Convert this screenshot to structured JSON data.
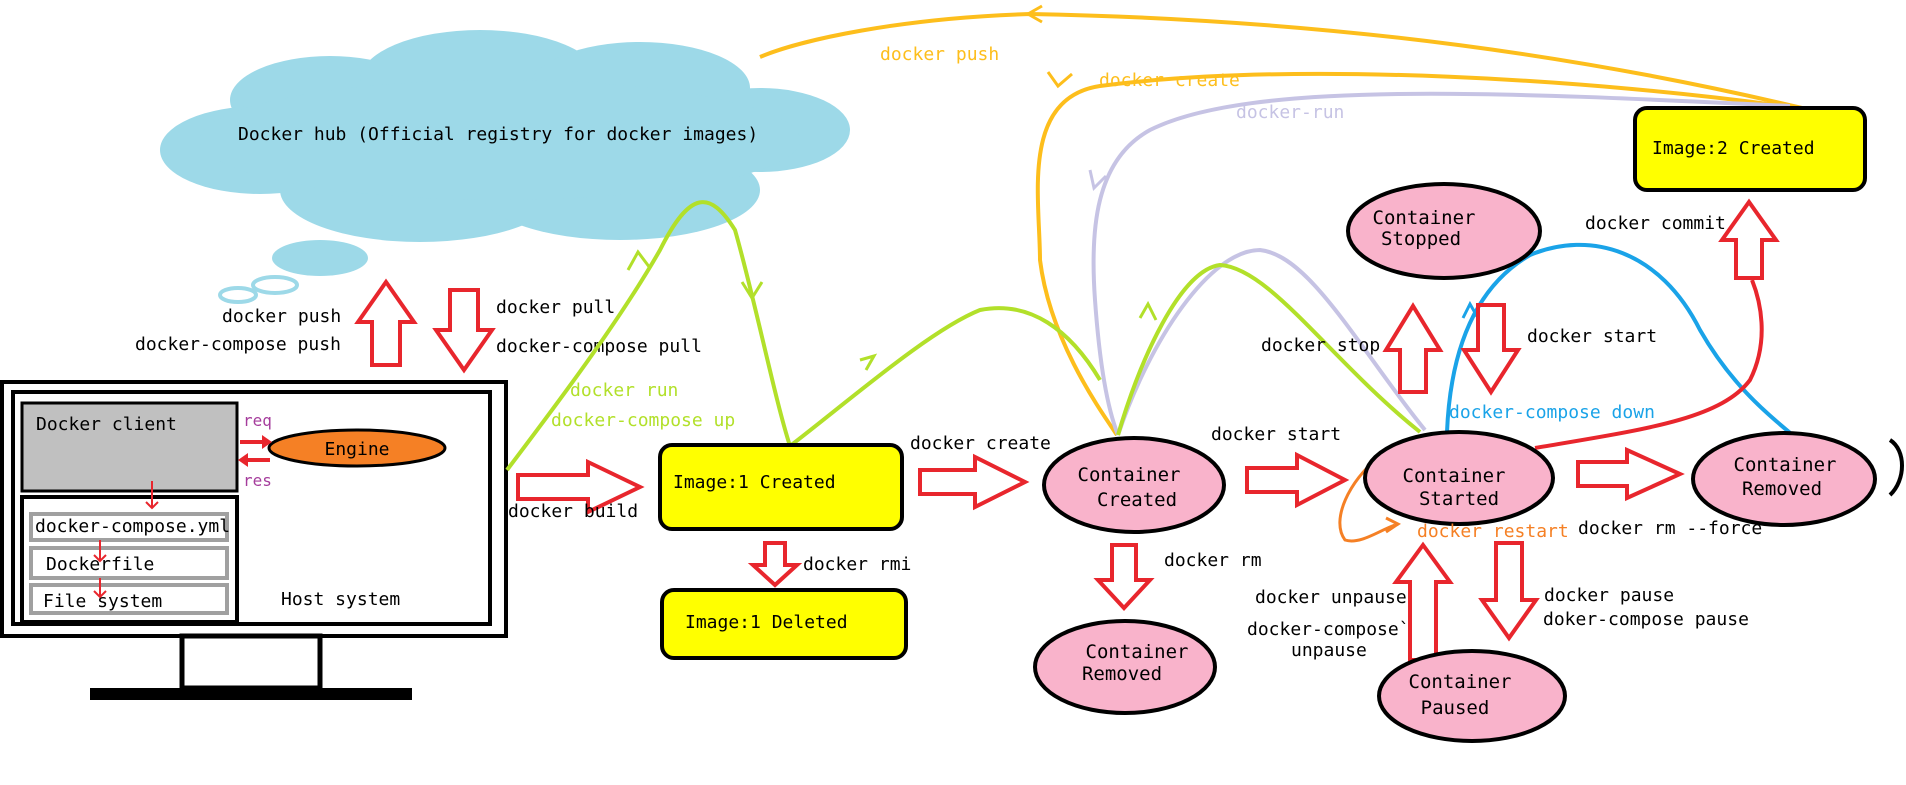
{
  "colors": {
    "cloud": "#9dd9e8",
    "image_box": "#ffff00",
    "container": "#f9b3cb",
    "engine": "#f58025",
    "client_box": "#c0c0c0",
    "arrow_red": "#e8262d",
    "flow_green": "#b2e02a",
    "flow_orange": "#fdbe1c",
    "flow_lavender": "#c6c3e4",
    "flow_blue": "#1aa3e8",
    "restart_orange": "#f58025",
    "req_purple": "#a53d9c",
    "label_black": "#000000"
  },
  "host": {
    "cloud_label": "Docker hub (Official registry for docker images)",
    "client_label": "Docker client",
    "engine_label": "Engine",
    "req_label": "req",
    "res_label": "res",
    "compose_file_label": "docker-compose.yml",
    "dockerfile_label": "Dockerfile",
    "filesystem_label": "File system",
    "host_label": "Host system"
  },
  "nodes": {
    "image1_created": "Image:1 Created",
    "image1_deleted": "Image:1  Deleted",
    "image2_created": "Image:2 Created",
    "container_created_l1": "Container",
    "container_created_l2": "Created",
    "container_removed_l1": "Container",
    "container_removed_l2": "Removed",
    "container_started_l1": "Container",
    "container_started_l2": "Started",
    "container_stopped_l1": "Container",
    "container_stopped_l2": "Stopped",
    "container_paused_l1": "Container",
    "container_paused_l2": "Paused",
    "container_removed2_l1": "Container",
    "container_removed2_l2": "Removed"
  },
  "labels": {
    "docker_push_left": "docker push",
    "compose_push": "docker-compose push",
    "docker_pull": "docker pull",
    "compose_pull": "docker-compose pull",
    "docker_push_top": "docker push",
    "docker_create_top": "docker create",
    "docker_run_top": "docker-run",
    "docker_run_green": "docker run",
    "compose_up": "docker-compose up",
    "docker_build": "docker build",
    "docker_create_mid": "docker create",
    "docker_rmi": "docker rmi",
    "docker_start_mid": "docker start",
    "docker_rm": "docker rm",
    "docker_stop": "docker stop",
    "docker_start_right": "docker start",
    "docker_commit": "docker commit",
    "compose_down": "docker-compose down",
    "docker_restart": "docker restart",
    "docker_rm_force": "docker rm --force",
    "docker_unpause": "docker unpause",
    "compose_unpause_l1": "docker-compose`",
    "compose_unpause_l2": "unpause",
    "docker_pause": "docker pause",
    "compose_pause": "doker-compose pause"
  }
}
